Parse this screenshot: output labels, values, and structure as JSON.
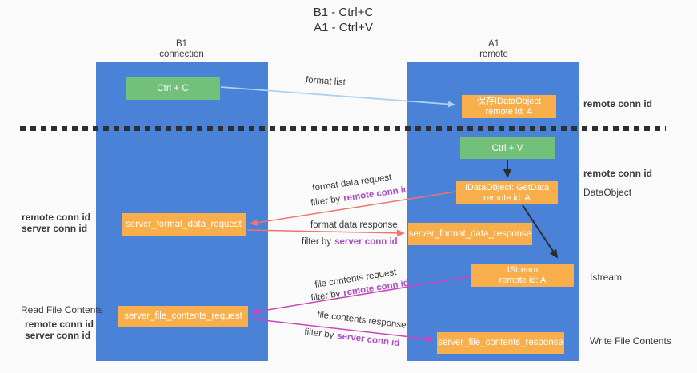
{
  "title": {
    "line1": "B1 - Ctrl+C",
    "line2": "A1 - Ctrl+V"
  },
  "lifelines": {
    "left": {
      "title": "B1",
      "subtitle": "connection"
    },
    "right": {
      "title": "A1",
      "subtitle": "remote"
    }
  },
  "boxes": {
    "ctrl_c": {
      "label": "Ctrl + C"
    },
    "ctrl_v": {
      "label": "Ctrl + V"
    },
    "save_dataobject": {
      "line1": "保存IDataObject",
      "line2": "remote id: A"
    },
    "getdata": {
      "line1": "IDataObject::GetData",
      "line2": "remote id: A"
    },
    "istream": {
      "line1": "IStream",
      "line2": "remote id: A"
    },
    "server_format_data_request": {
      "label": "server_format_data_request"
    },
    "server_format_data_response": {
      "label": "server_format_data_response"
    },
    "server_file_contents_request": {
      "label": "server_file_contents_request"
    },
    "server_file_contents_response": {
      "label": "server_file_contents_response"
    }
  },
  "flow_labels": {
    "format_list": "format list",
    "format_data_request": "format data request",
    "format_data_response": "format data response",
    "file_contents_request": "file contents request",
    "file_contents_response": "file contents response",
    "filter_by": "filter by",
    "remote_conn_id": "remote conn id",
    "server_conn_id": "server conn id"
  },
  "side_labels": {
    "read_file_contents": "Read File Contents",
    "dataobject": "DataObject",
    "istream": "Istream",
    "write_file_contents": "Write File Contents",
    "remote_conn_id": "remote conn id",
    "server_conn_id": "server conn id"
  },
  "colors": {
    "lifeline_blue": "#4a82d8",
    "box_orange": "#f9ae4c",
    "box_green": "#72c07a",
    "remote_conn_purple": "#ab4fc4",
    "server_conn_green": "#6fc579",
    "arrow_red": "#f07470",
    "arrow_magenta": "#cb44c1",
    "arrow_light_blue": "#a9d3f0",
    "arrow_black": "#2b2b2b",
    "background": "#fafafa"
  }
}
